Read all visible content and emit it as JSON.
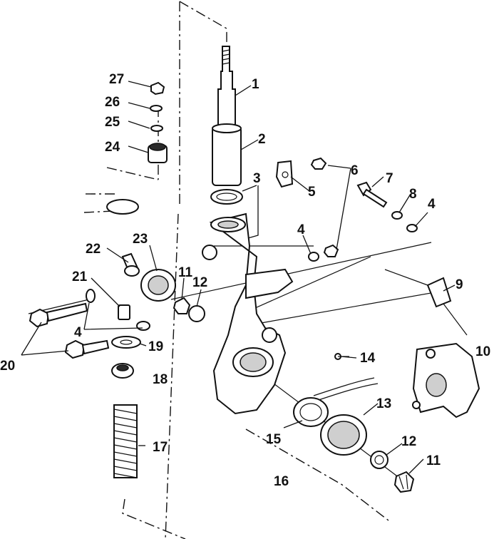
{
  "callouts": [
    {
      "id": "c1",
      "text": "1"
    },
    {
      "id": "c2",
      "text": "2"
    },
    {
      "id": "c3",
      "text": "3"
    },
    {
      "id": "c4a",
      "text": "4"
    },
    {
      "id": "c4b",
      "text": "4"
    },
    {
      "id": "c4c",
      "text": "4"
    },
    {
      "id": "c5",
      "text": "5"
    },
    {
      "id": "c6",
      "text": "6"
    },
    {
      "id": "c7",
      "text": "7"
    },
    {
      "id": "c8",
      "text": "8"
    },
    {
      "id": "c9",
      "text": "9"
    },
    {
      "id": "c10",
      "text": "10"
    },
    {
      "id": "c11a",
      "text": "11"
    },
    {
      "id": "c11b",
      "text": "11"
    },
    {
      "id": "c12a",
      "text": "12"
    },
    {
      "id": "c12b",
      "text": "12"
    },
    {
      "id": "c13",
      "text": "13"
    },
    {
      "id": "c14",
      "text": "14"
    },
    {
      "id": "c15",
      "text": "15"
    },
    {
      "id": "c16",
      "text": "16"
    },
    {
      "id": "c17",
      "text": "17"
    },
    {
      "id": "c18",
      "text": "18"
    },
    {
      "id": "c19",
      "text": "19"
    },
    {
      "id": "c20",
      "text": "20"
    },
    {
      "id": "c21",
      "text": "21"
    },
    {
      "id": "c22",
      "text": "22"
    },
    {
      "id": "c23",
      "text": "23"
    },
    {
      "id": "c24",
      "text": "24"
    },
    {
      "id": "c25",
      "text": "25"
    },
    {
      "id": "c26",
      "text": "26"
    },
    {
      "id": "c27",
      "text": "27"
    }
  ]
}
